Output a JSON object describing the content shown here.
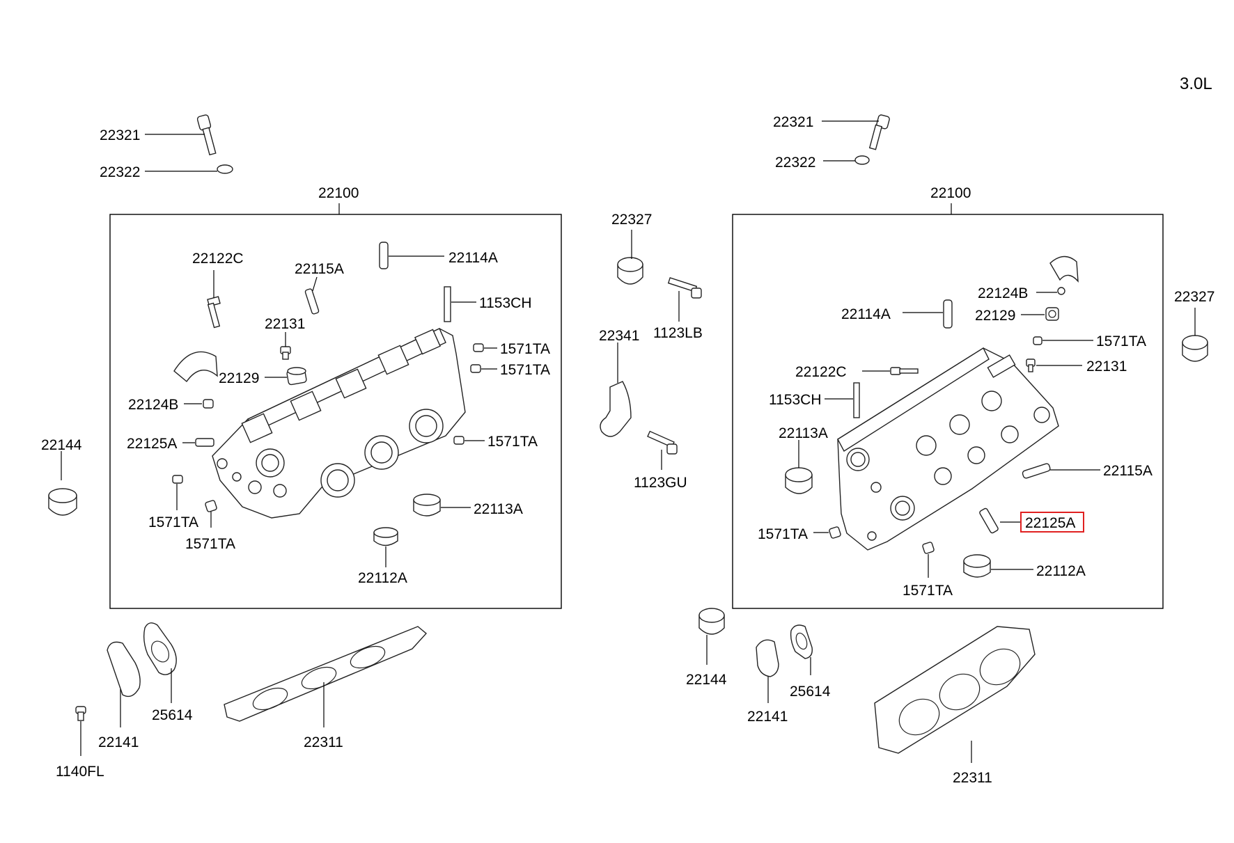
{
  "engine_badge": "3.0L",
  "left_assembly": {
    "group_number": "22100",
    "labels": {
      "bolt": "22321",
      "washer": "22322",
      "valve_guide_intake": "22122C",
      "valve_seal": "22115A",
      "dowel_pin": "22114A",
      "stud": "1153CH",
      "plug_a": "22131",
      "cap": "22129",
      "bearing_cap": "22124B",
      "plug_1": "1571TA",
      "plug_2": "1571TA",
      "valve_guide_exhaust": "22125A",
      "plug_3": "1571TA",
      "plug_4": "1571TA",
      "plug_5": "1571TA",
      "seal_ring_a": "22113A",
      "seal_ring_b": "22112A"
    },
    "outside": {
      "oil_seal": "22144",
      "cover_plate": "22141",
      "gasket": "25614",
      "bolt": "1140FL",
      "head_gasket": "22311"
    }
  },
  "center_parts": {
    "oil_seal": "22327",
    "bracket": "22341",
    "bolt_upper": "1123LB",
    "bolt_lower": "1123GU"
  },
  "right_assembly": {
    "group_number": "22100",
    "labels": {
      "bolt": "22321",
      "washer": "22322",
      "bearing_cap": "22124B",
      "dowel_pin": "22114A",
      "cap": "22129",
      "plug_1": "1571TA",
      "valve_guide_intake": "22122C",
      "plug_a": "22131",
      "stud": "1153CH",
      "seal_ring_a": "22113A",
      "valve_seal": "22115A",
      "valve_guide_exhaust": "22125A",
      "plug_2": "1571TA",
      "plug_3": "1571TA",
      "seal_ring_b": "22112A"
    },
    "outside": {
      "oil_seal_side": "22327",
      "oil_seal": "22144",
      "cover_plate": "22141",
      "gasket": "25614",
      "head_gasket": "22311"
    }
  },
  "highlighted_part": "22125A",
  "colors": {
    "line": "#000000",
    "highlight": "#e02020",
    "background": "#ffffff"
  }
}
